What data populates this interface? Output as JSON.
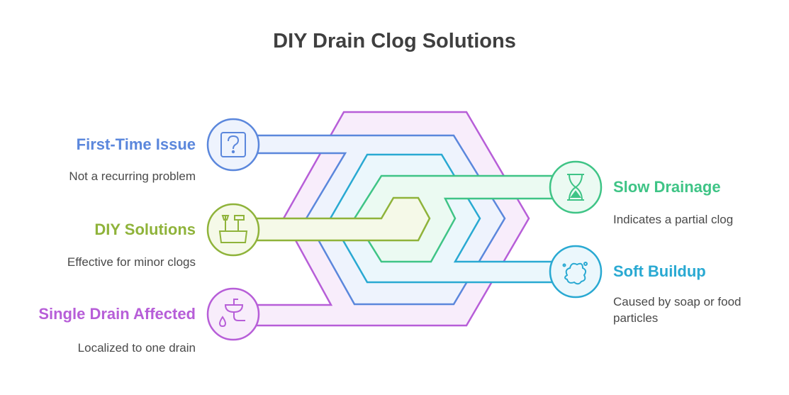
{
  "title": "DIY Drain Clog Solutions",
  "colors": {
    "blue": "#5b87dc",
    "green": "#8fb33a",
    "purple": "#b75ed8",
    "teal_green": "#3fc486",
    "cyan": "#29a9d2"
  },
  "items": {
    "first_time": {
      "heading": "First-Time Issue",
      "description": "Not a recurring problem",
      "icon": "question-icon"
    },
    "diy": {
      "heading": "DIY Solutions",
      "description": "Effective for minor clogs",
      "icon": "toolbox-icon"
    },
    "single_drain": {
      "heading": "Single Drain Affected",
      "description": "Localized to one drain",
      "icon": "sink-drain-icon"
    },
    "slow_drainage": {
      "heading": "Slow Drainage",
      "description": "Indicates a partial clog",
      "icon": "hourglass-icon"
    },
    "soft_buildup": {
      "heading": "Soft Buildup",
      "description": "Caused by soap or food particles",
      "icon": "splash-icon"
    }
  }
}
